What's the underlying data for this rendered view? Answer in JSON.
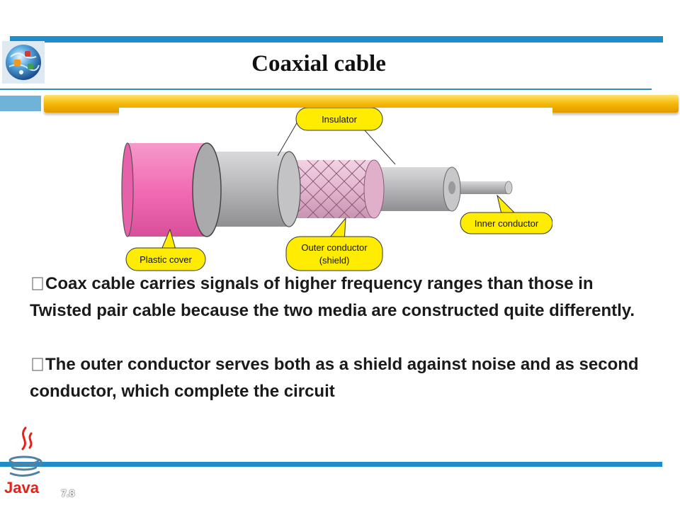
{
  "slide": {
    "title": "Coaxial cable",
    "number": "7.8"
  },
  "diagram": {
    "labels": {
      "insulator": "Insulator",
      "inner_conductor": "Inner conductor",
      "plastic_cover": "Plastic cover",
      "outer_conductor_line1": "Outer conductor",
      "outer_conductor_line2": "(shield)"
    },
    "colors": {
      "plastic_cover": "#f36fb6",
      "insulator": "#b3b3b5",
      "shield": "#e8bcd6",
      "callout_fill": "#ffec00"
    }
  },
  "body": {
    "paragraphs": [
      "Coax cable carries signals of higher frequency ranges than those in Twisted pair cable because the two media are constructed quite differently.",
      "The outer conductor serves both as a shield against noise and as second conductor, which complete the circuit"
    ]
  },
  "logos": {
    "top_left": "globe-logo-icon",
    "bottom_left": "java-logo-icon",
    "java_wordmark": "Java"
  },
  "theme": {
    "accent_blue": "#1f8dc9",
    "band_gold": "#f4b400"
  }
}
